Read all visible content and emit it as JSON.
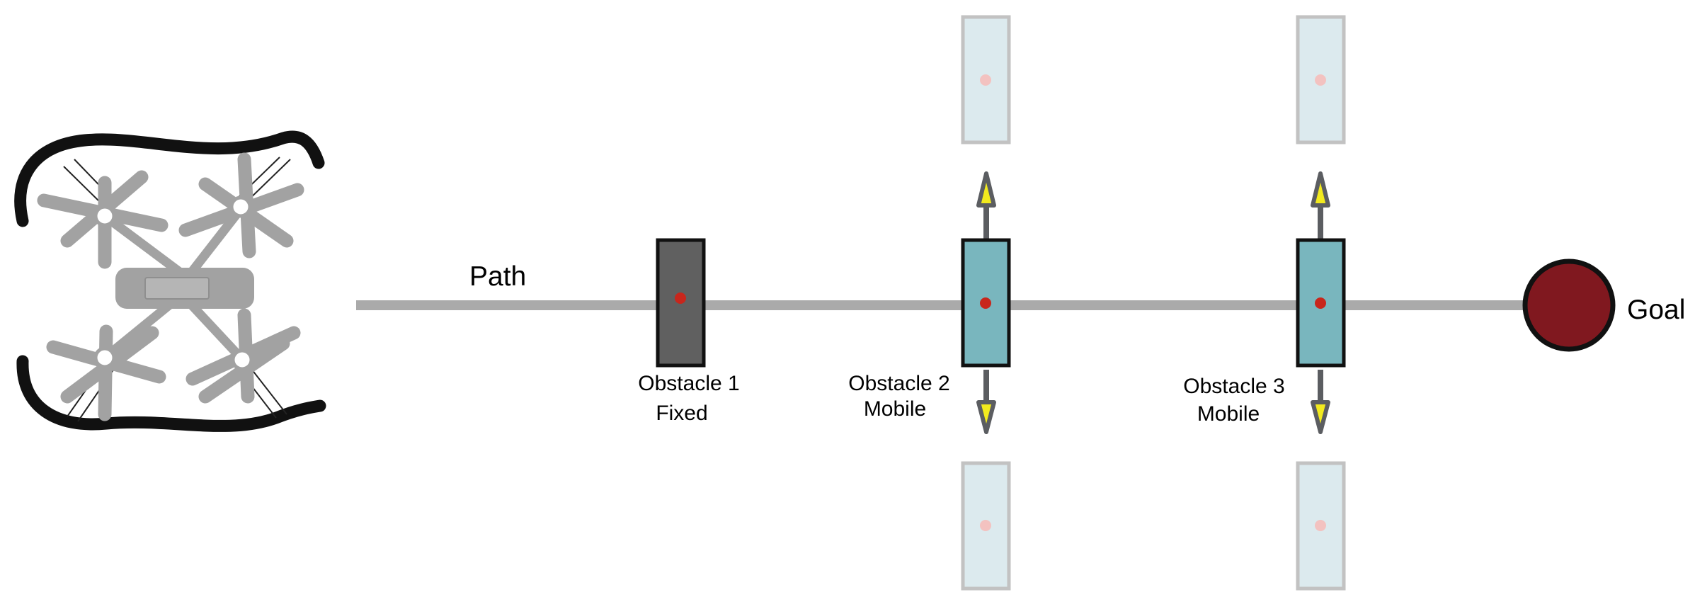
{
  "labels": {
    "path": "Path",
    "goal": "Goal",
    "obstacle1": {
      "name": "Obstacle 1",
      "type": "Fixed"
    },
    "obstacle2": {
      "name": "Obstacle 2",
      "type": "Mobile"
    },
    "obstacle3": {
      "name": "Obstacle 3",
      "type": "Mobile"
    }
  },
  "colors": {
    "path": "#aaaaaa",
    "fixed_obstacle": "#606060",
    "mobile_obstacle": "#79b6be",
    "ghost_obstacle": "#dceaee",
    "ghost_border": "#c2c2c2",
    "center_dot": "#c8261c",
    "ghost_dot": "#f3c2c0",
    "arrow_shaft": "#5b5d61",
    "arrow_head": "#f2ea1e",
    "goal": "#80181f",
    "drone_body": "#a2a2a2",
    "drone_hull": "#111111"
  },
  "icons": {
    "drone": "quadcopter-drone-icon",
    "goal": "goal-circle-icon"
  }
}
